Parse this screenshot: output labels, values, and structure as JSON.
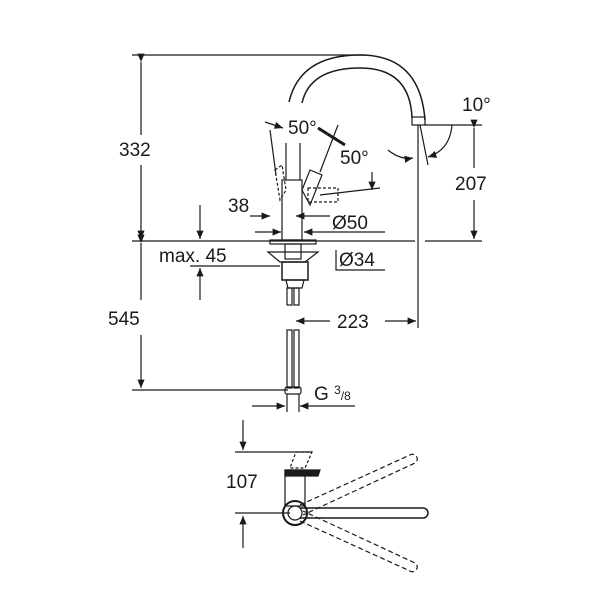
{
  "dimensions": {
    "total_height_above": "332",
    "below_counter": "545",
    "spout_height": "207",
    "spout_reach": "223",
    "spout_angle": "10°",
    "lever_angle_1": "50°",
    "lever_angle_2": "50°",
    "body_offset": "38",
    "body_diameter": "Ø50",
    "hole_diameter": "Ø34",
    "max_thickness": "max. 45",
    "thread_g": "G",
    "thread_num": "3",
    "thread_den": "/8",
    "top_view_height": "107"
  },
  "colors": {
    "line": "#1a1a1a",
    "background": "#ffffff"
  }
}
